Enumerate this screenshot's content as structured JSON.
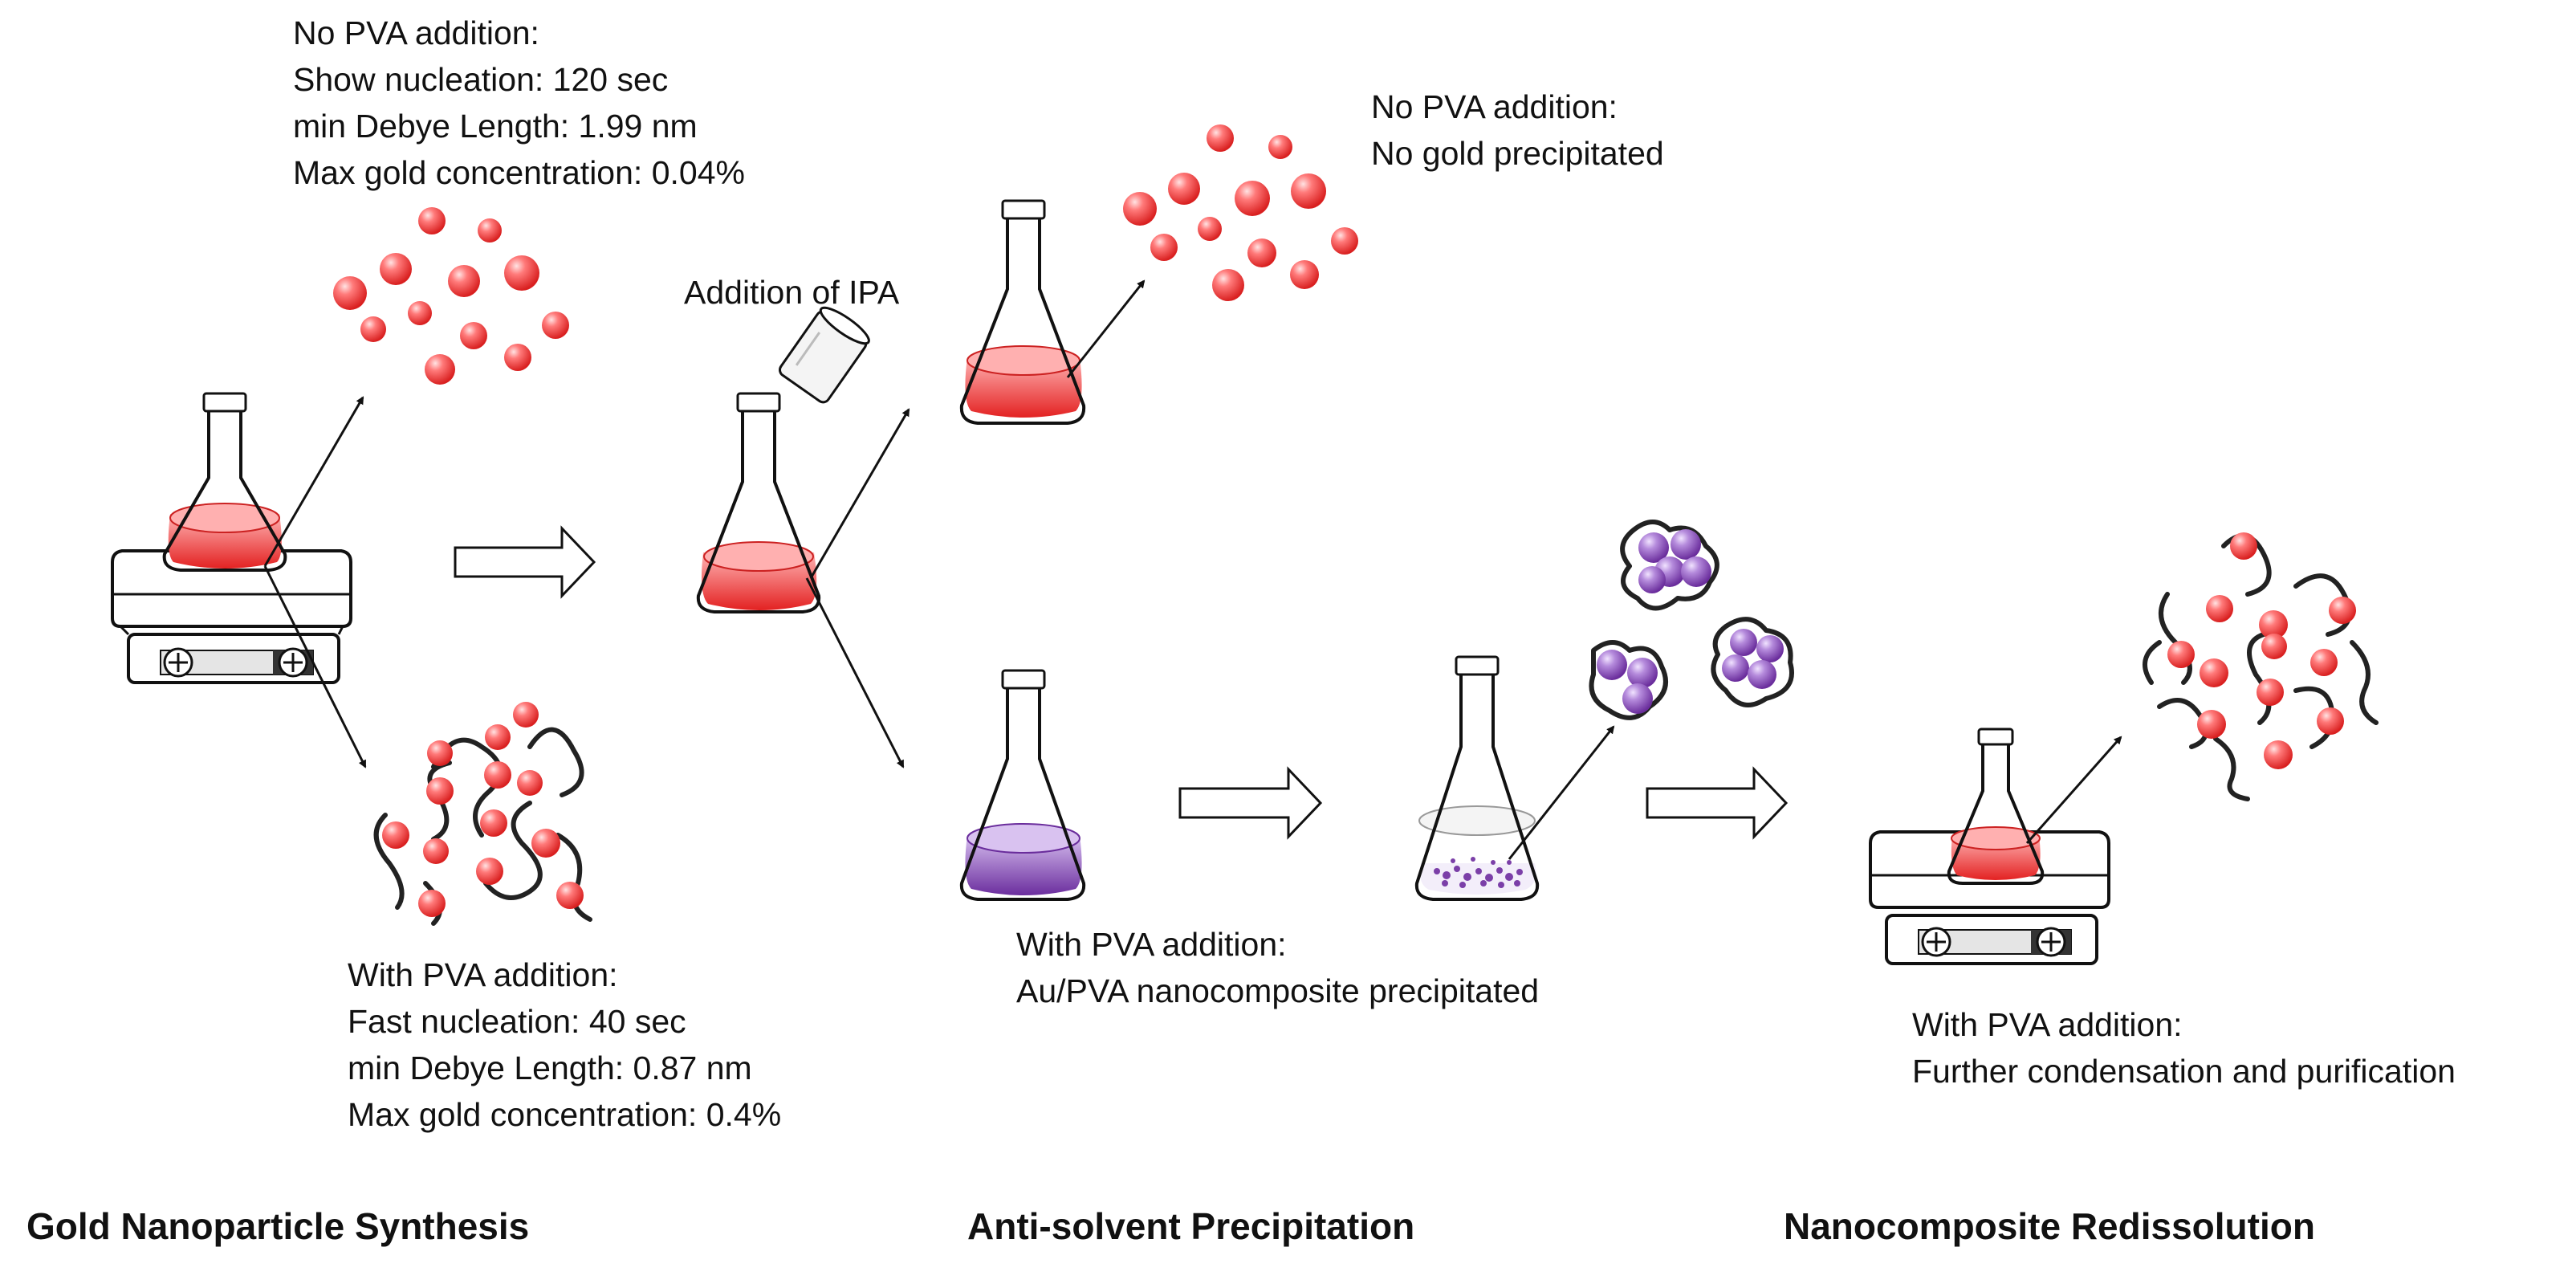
{
  "annotations": {
    "no_pva_synthesis": {
      "heading": "No PVA addition:",
      "lines": [
        "Show nucleation: 120 sec",
        "min Debye Length: 1.99 nm",
        "Max gold concentration: 0.04%"
      ]
    },
    "with_pva_synthesis": {
      "heading": "With PVA addition:",
      "lines": [
        "Fast nucleation: 40 sec",
        "min Debye Length: 0.87 nm",
        "Max gold concentration: 0.4%"
      ]
    },
    "ipa_label": "Addition of IPA",
    "no_pva_precipitation": {
      "heading": "No PVA addition:",
      "lines": [
        "No gold precipitated"
      ]
    },
    "with_pva_precipitation": {
      "heading": "With PVA addition:",
      "lines": [
        "Au/PVA nanocomposite precipitated"
      ]
    },
    "with_pva_redissolution": {
      "heading": "With PVA addition:",
      "lines": [
        "Further condensation and purification"
      ]
    }
  },
  "stages": [
    {
      "title": "Gold Nanoparticle Synthesis"
    },
    {
      "title": "Anti-solvent Precipitation"
    },
    {
      "title": "Nanocomposite Redissolution"
    }
  ],
  "colors": {
    "gold_solution": "#e83a3a",
    "gold_particle": "#f24b4b",
    "pva_precipitate": "#7b3fa8",
    "polymer_chain": "#222222"
  }
}
